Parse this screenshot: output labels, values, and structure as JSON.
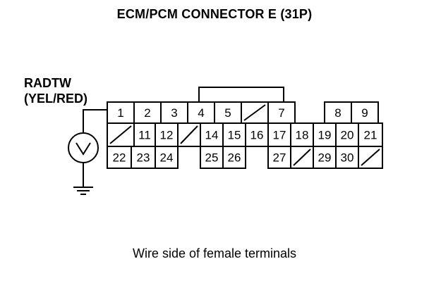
{
  "title": "ECM/PCM CONNECTOR E (31P)",
  "signal": {
    "name": "RADTW",
    "wire": "(YEL/RED)"
  },
  "caption": "Wire side of female terminals",
  "rows": [
    [
      "1",
      "2",
      "3",
      "4",
      "5",
      "/",
      "7",
      "",
      "8",
      "9"
    ],
    [
      "/",
      "11",
      "12",
      "/",
      "14",
      "15",
      "16",
      "17",
      "18",
      "19",
      "20",
      "21"
    ],
    [
      "22",
      "23",
      "24",
      "",
      "25",
      "26",
      "",
      "27",
      "/",
      "29",
      "30",
      "/"
    ]
  ]
}
